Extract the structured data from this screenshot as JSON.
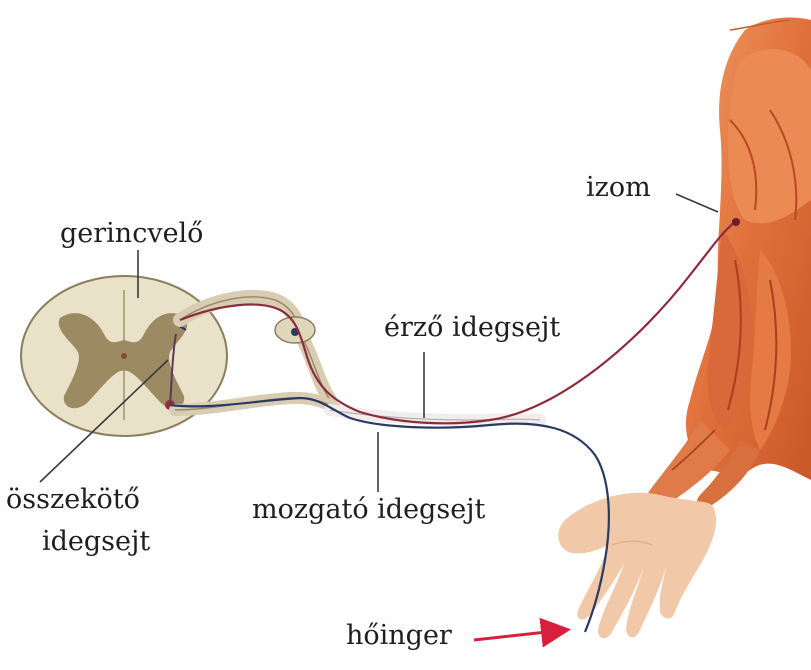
{
  "labels": {
    "muscle": "izom",
    "spinal_cord": "gerincvelő",
    "sensory_neuron": "érző idegsejt",
    "interneuron_line1": "összekötő",
    "interneuron_line2": "idegsejt",
    "motor_neuron": "mozgató idegsejt",
    "heat_stimulus": "hőinger"
  },
  "colors": {
    "muscle": "#e8824f",
    "skin": "#f2c9a8",
    "spinal_white_matter": "#e9e2c8",
    "spinal_gray_matter": "#9c8a63",
    "sensory_nerve": "#8b2c3c",
    "motor_nerve": "#2a3a63",
    "stimulus_arrow": "#d81f3c"
  }
}
